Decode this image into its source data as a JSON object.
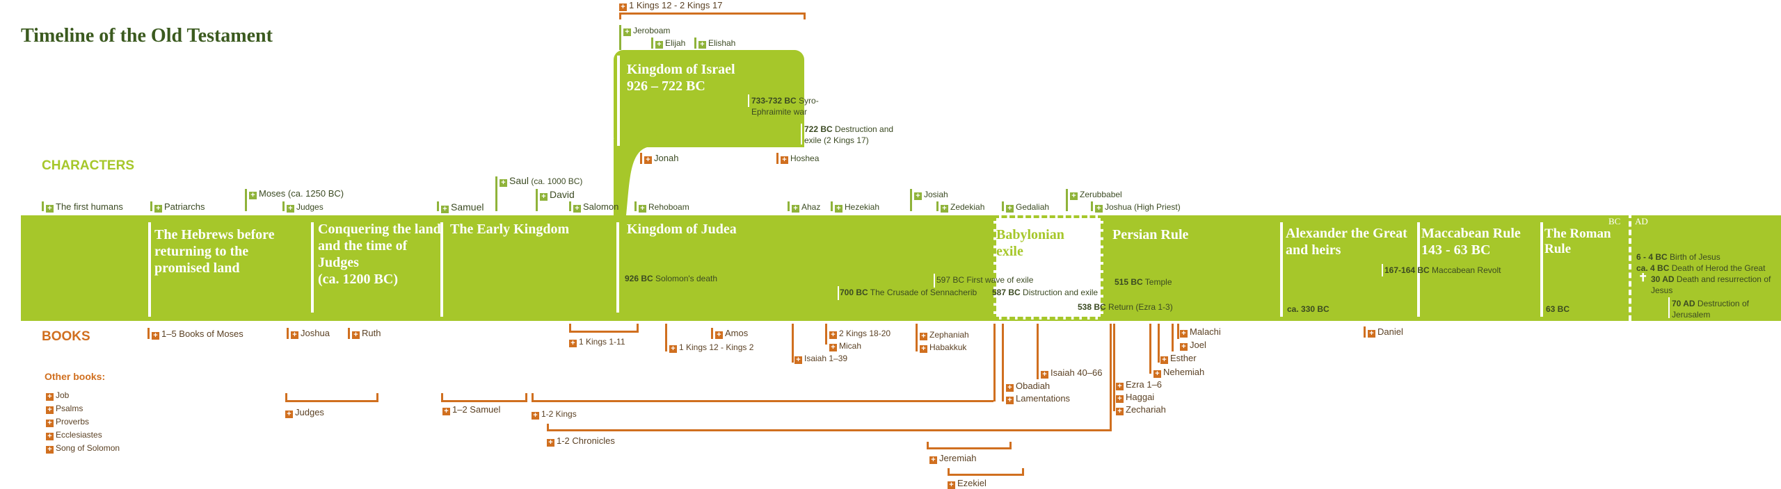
{
  "title": "Timeline of the Old Testament",
  "sections": {
    "characters": "CHARACTERS",
    "books": "BOOKS",
    "other_books": "Other books:"
  },
  "colors": {
    "green": "#a6c72a",
    "orange": "#d06f1f",
    "title": "#3b5a1f"
  },
  "periods": {
    "p1": "The Hebrews before returning to the promised land",
    "p2": "Conquering the land and the time of Judges",
    "p2b": "(ca. 1200 BC)",
    "p3": "The Early Kingdom",
    "p4": "Kingdom of Judea",
    "israel": "Kingdom of Israel",
    "israel_dates": "926 – 722 BC",
    "babylon": "Babylonian exile",
    "persian": "Persian Rule",
    "alexander": "Alexander the Great and heirs",
    "maccabean": "Maccabean Rule",
    "maccabean_dates": "143 - 63 BC",
    "roman": "The Roman Rule",
    "bc": "BC",
    "ad": "AD"
  },
  "annotations": {
    "a926d": "926 BC",
    "a926t": " Solomon's death",
    "a700d": "700 BC",
    "a700t": " The Crusade of Sennacherib",
    "a597": "597 BC First wave of exile",
    "a587d": "587 BC",
    "a587t": " Distruction and exile",
    "a515d": "515 BC",
    "a515t": " Temple",
    "a538d": "538 BC",
    "a538t": " Return (Ezra 1-3)",
    "a330": "ca. 330 BC",
    "a167d": "167-164 BC",
    "a167t": " Maccabean Revolt",
    "a63": "63 BC",
    "r1d": "6 - 4 BC",
    "r1t": " Birth of Jesus",
    "r2d": "ca. 4 BC",
    "r2t": " Death of Herod the Great",
    "r3d": "30 AD",
    "r3t": " Death and resurrection of Jesus",
    "r4d": "70 AD",
    "r4t": " Destruction of Jerusalem",
    "i1d": "733-732 BC",
    "i1t": " Syro-Ephraimite war",
    "i2d": "722 BC",
    "i2t": " Destruction and exile    (2 Kings 17)"
  },
  "characters": {
    "first_humans": "The first humans",
    "patriarchs": "Patriarchs",
    "moses": "Moses (ca. 1250 BC)",
    "judges": "Judges",
    "samuel": "Samuel",
    "saul": "Saul",
    "saul_date": " (ca. 1000 BC)",
    "david": "David",
    "salomon": "Salomon",
    "rehoboam": "Rehoboam",
    "jonah": "Jonah",
    "hoshea": "Hoshea",
    "jeroboam": "Jeroboam",
    "elijah": "Elijah",
    "elishah": "Elishah",
    "ahaz": "Ahaz",
    "hezekiah": "Hezekiah",
    "josiah": "Josiah",
    "zedekiah": "Zedekiah",
    "gedaliah": "Gedaliah",
    "zerubbabel": "Zerubbabel",
    "joshua_hp": "Joshua (High Priest)"
  },
  "books": {
    "kings_top": "1 Kings 12 - 2 Kings 17",
    "moses": "1–5 Books of Moses",
    "joshua": "Joshua",
    "ruth": "Ruth",
    "kings1_11": "1 Kings 1-11",
    "amos": "Amos",
    "kings12": "1 Kings 12 - Kings 2",
    "kings18": "2 Kings 18-20",
    "micah": "Micah",
    "isaiah1": "Isaiah 1–39",
    "zephaniah": "Zephaniah",
    "habakkuk": "Habakkuk",
    "isaiah40": "Isaiah 40–66",
    "obadiah": "Obadiah",
    "lamentations": "Lamentations",
    "ezra": "Ezra 1–6",
    "haggai": "Haggai",
    "zechariah": "Zechariah",
    "malachi": "Malachi",
    "joel": "Joel",
    "esther": "Esther",
    "nehemiah": "Nehemiah",
    "daniel": "Daniel",
    "judges": "Judges",
    "samuel12": "1–2 Samuel",
    "kings12all": "1-2 Kings",
    "chronicles": "1-2 Chronicles",
    "jeremiah": "Jeremiah",
    "ezekiel": "Ezekiel"
  },
  "other_books": [
    "Job",
    "Psalms",
    "Proverbs",
    "Ecclesiastes",
    "Song of Solomon"
  ]
}
